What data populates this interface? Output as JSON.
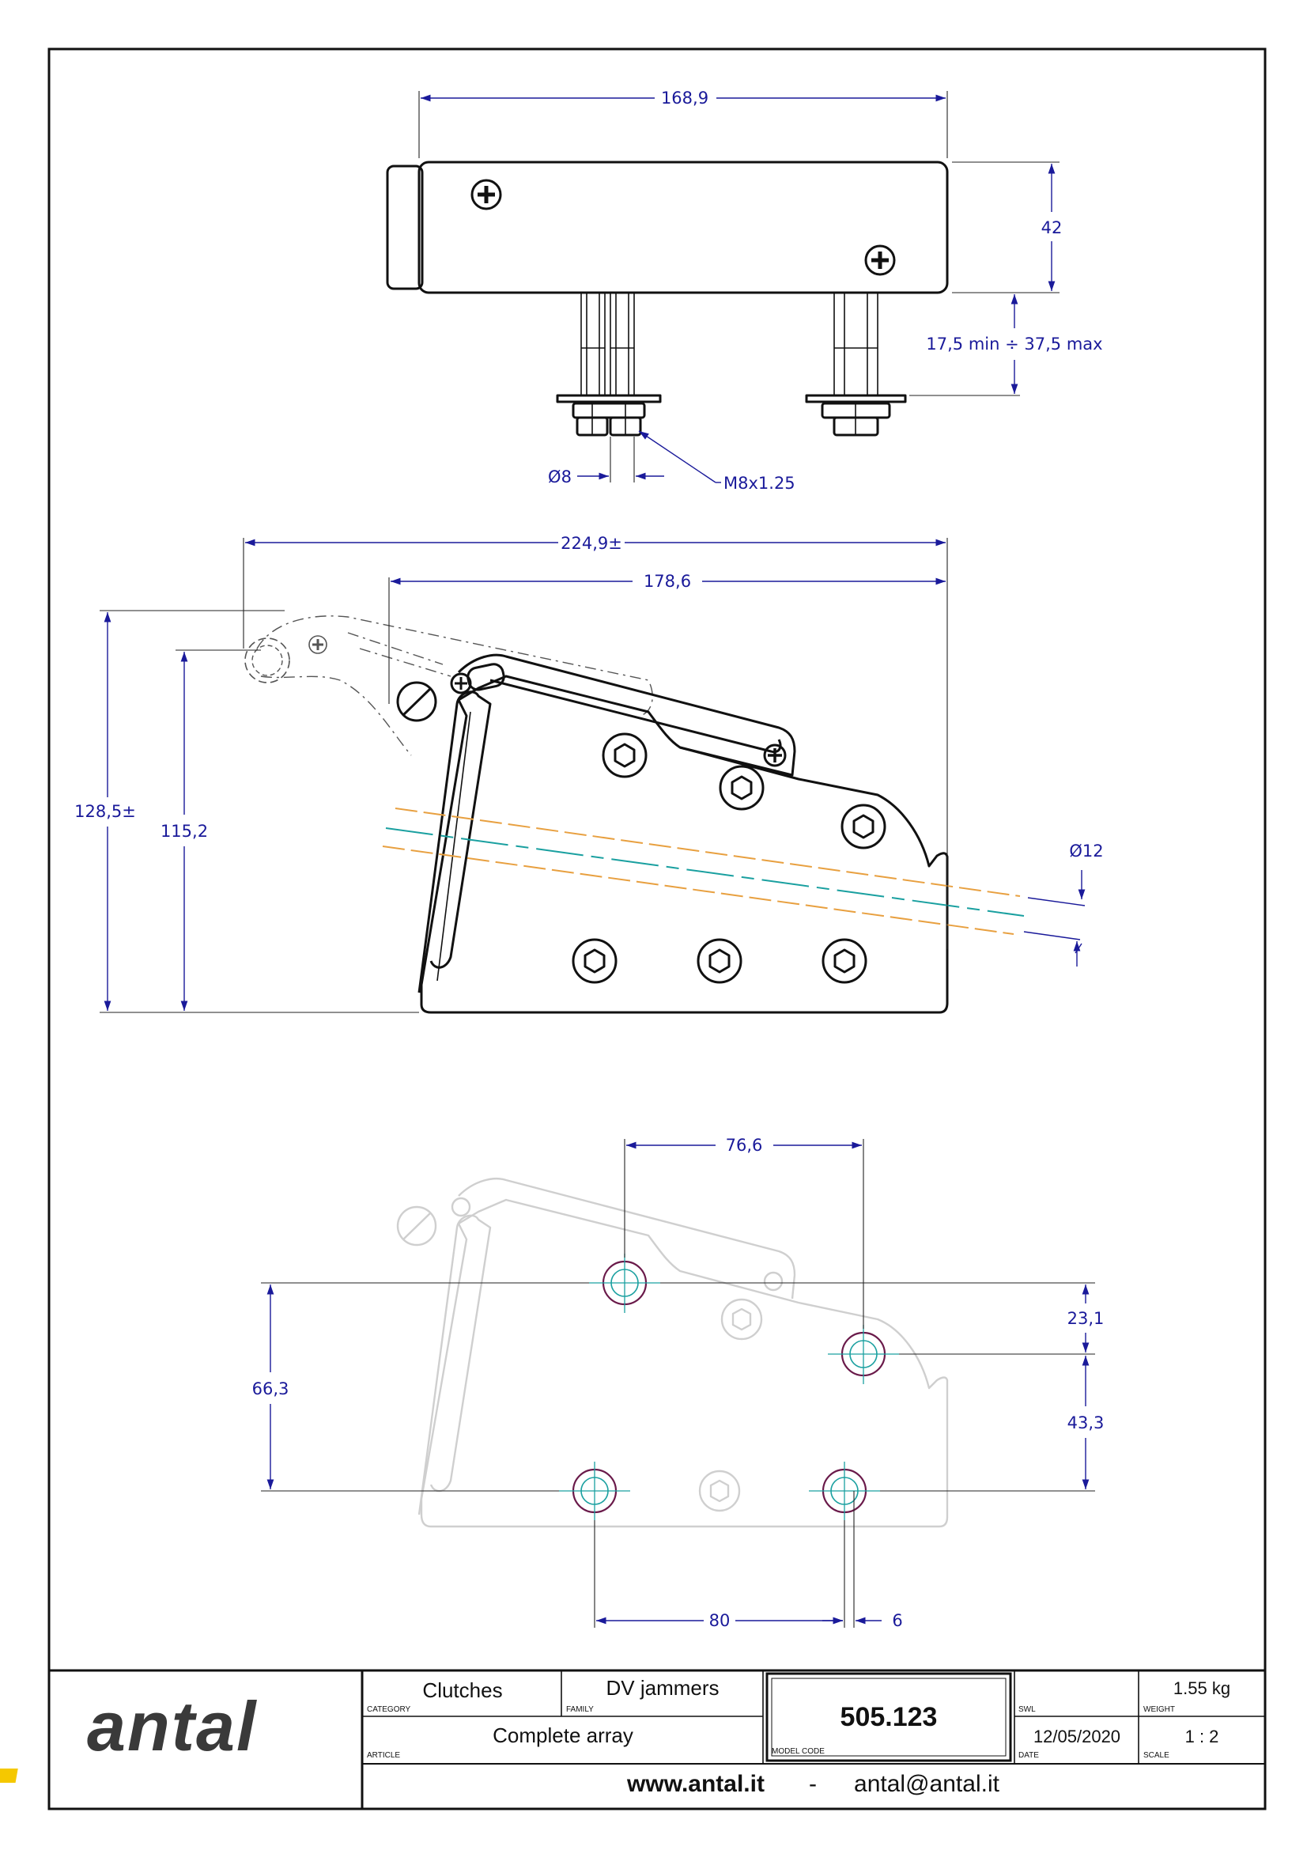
{
  "views": {
    "top": {
      "dim_width": "168,9",
      "dim_height": "42",
      "dim_thickness": "17,5 min ÷ 37,5 max",
      "dim_diameter": "Ø8",
      "dim_thread": "M8x1.25"
    },
    "side": {
      "dim_overall": "224,9±",
      "dim_base": "178,6",
      "dim_height_max": "128,5±",
      "dim_height": "115,2",
      "dim_rope": "Ø12"
    },
    "holes": {
      "dim_top_spacing": "76,6",
      "dim_left_height": "66,3",
      "dim_right_upper": "23,1",
      "dim_right_lower": "43,3",
      "dim_bottom_spacing": "80",
      "dim_offset": "6"
    }
  },
  "title_block": {
    "brand": "antal",
    "category_value": "Clutches",
    "category_label": "CATEGORY",
    "family_value": "DV jammers",
    "family_label": "FAMILY",
    "article_value": "Complete array",
    "article_label": "ARTICLE",
    "model_code_value": "505.123",
    "model_code_label": "MODEL CODE",
    "swl_label": "SWL",
    "weight_value": "1.55 kg",
    "weight_label": "WEIGHT",
    "date_value": "12/05/2020",
    "date_label": "DATE",
    "scale_value": "1 : 2",
    "scale_label": "SCALE",
    "website": "www.antal.it",
    "separator": "-",
    "email": "antal@antal.it"
  },
  "colors": {
    "dimension": "#1a1a9a",
    "centerline": "#1aa0a0",
    "rope": "#e8a040",
    "brand_accent": "#f5c800"
  }
}
